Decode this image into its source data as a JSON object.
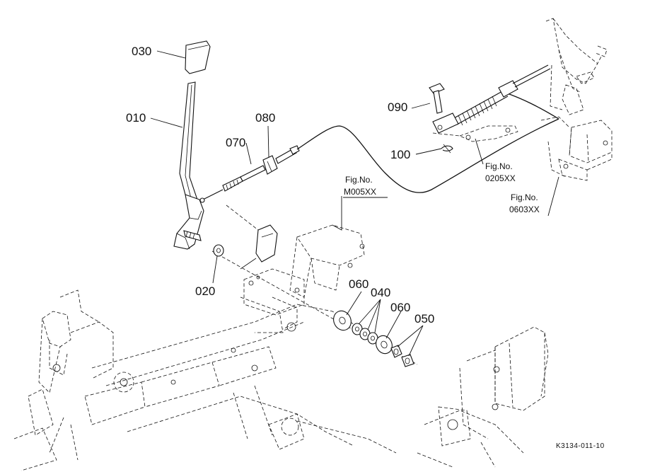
{
  "callouts": {
    "p030": "030",
    "p010": "010",
    "p080": "080",
    "p070": "070",
    "p020": "020",
    "p060a": "060",
    "p040": "040",
    "p060b": "060",
    "p050": "050",
    "p090": "090",
    "p100": "100"
  },
  "fig_refs": {
    "m005": {
      "line1": "Fig.No.",
      "line2": "M005XX"
    },
    "f0205": {
      "line1": "Fig.No.",
      "line2": "0205XX"
    },
    "f0603": {
      "line1": "Fig.No.",
      "line2": "0603XX"
    }
  },
  "drawing_code": "K3134-011-10"
}
